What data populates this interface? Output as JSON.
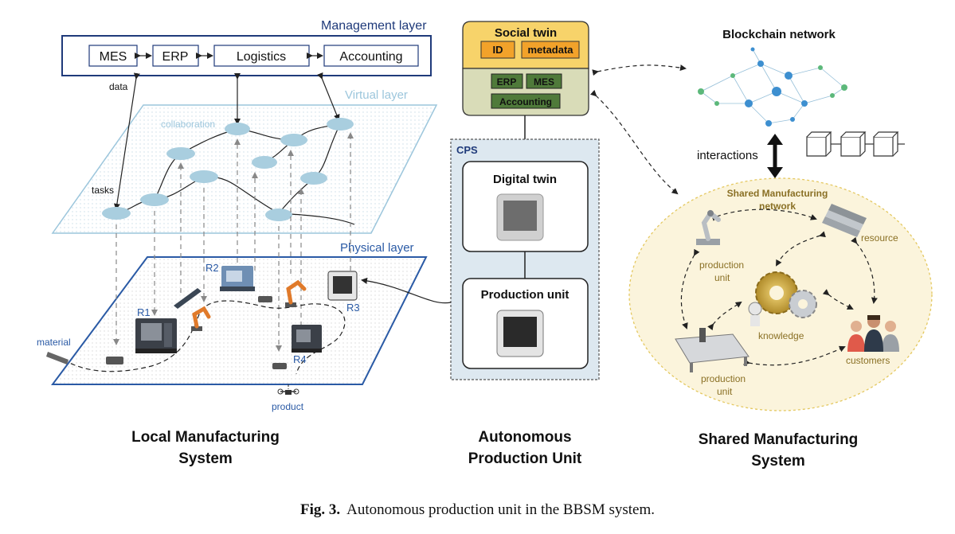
{
  "local_system": {
    "management_layer": "Management layer",
    "modules": [
      "MES",
      "ERP",
      "Logistics",
      "Accounting"
    ],
    "data_label": "data",
    "virtual_layer": "Virtual layer",
    "collaboration_label": "collaboration",
    "tasks_label": "tasks",
    "physical_layer": "Physical layer",
    "robots": [
      "R1",
      "R2",
      "R3",
      "R4"
    ],
    "material_label": "material",
    "product_label": "product",
    "title_line1": "Local Manufacturing",
    "title_line2": "System"
  },
  "production_unit": {
    "social_twin": "Social twin",
    "id_label": "ID",
    "metadata_label": "metadata",
    "erp": "ERP",
    "mes": "MES",
    "accounting": "Accounting",
    "cps_label": "CPS",
    "digital_twin": "Digital twin",
    "production_unit_label": "Production unit",
    "title_line1": "Autonomous",
    "title_line2": "Production Unit"
  },
  "shared_system": {
    "blockchain_network": "Blockchain network",
    "interactions": "interactions",
    "network_title_line1": "Shared Manufacturing",
    "network_title_line2": "network",
    "resource": "resource",
    "production_unit_top": [
      "production",
      "unit"
    ],
    "knowledge": "knowledge",
    "production_unit_bottom": [
      "production",
      "unit"
    ],
    "customers": "customers",
    "title_line1": "Shared Manufacturing",
    "title_line2": "System"
  },
  "caption": {
    "label": "Fig. 3.",
    "text": "Autonomous production unit in the BBSM system."
  },
  "colors": {
    "management_blue": "#1f3a7a",
    "virtual_blue": "#9cc6dc",
    "physical_blue": "#2a5aa5",
    "social_twin_yellow": "#f7d36a",
    "social_twin_green": "#d9dcb8",
    "module_green": "#4f7a3a",
    "cps_bg": "#dde8f0",
    "shared_bg": "#fbf4dc",
    "blockchain_green": "#5cb87a",
    "blockchain_blue": "#3d8fd0"
  }
}
